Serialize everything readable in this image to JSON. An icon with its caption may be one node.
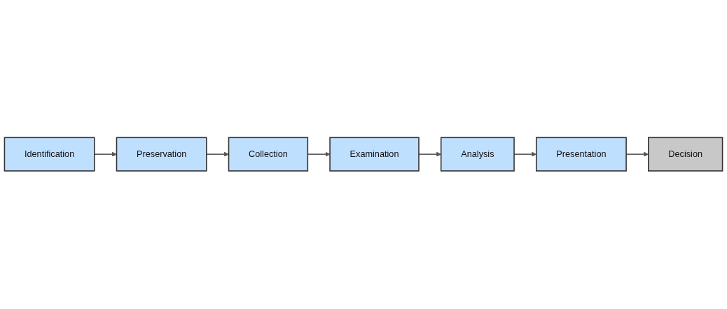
{
  "diagram": {
    "nodes": [
      {
        "text": [
          "Identification"
        ]
      },
      {
        "text": [
          "Preservation"
        ]
      },
      {
        "text": [
          "Collection"
        ]
      },
      {
        "text": [
          "Examination"
        ]
      },
      {
        "text": [
          "Analysis"
        ]
      },
      {
        "text": [
          "Presentation"
        ]
      },
      {
        "text": [
          "Decision"
        ]
      }
    ],
    "edges": [
      {
        "from": 0,
        "to": 1,
        "arrow": "to"
      },
      {
        "from": 1,
        "to": 2,
        "arrow": "to"
      },
      {
        "from": 2,
        "to": 3,
        "arrow": "to"
      },
      {
        "from": 3,
        "to": 4,
        "arrow": "to"
      },
      {
        "from": 4,
        "to": 5,
        "arrow": "to"
      },
      {
        "from": 5,
        "to": 6,
        "arrow": "to"
      }
    ]
  }
}
